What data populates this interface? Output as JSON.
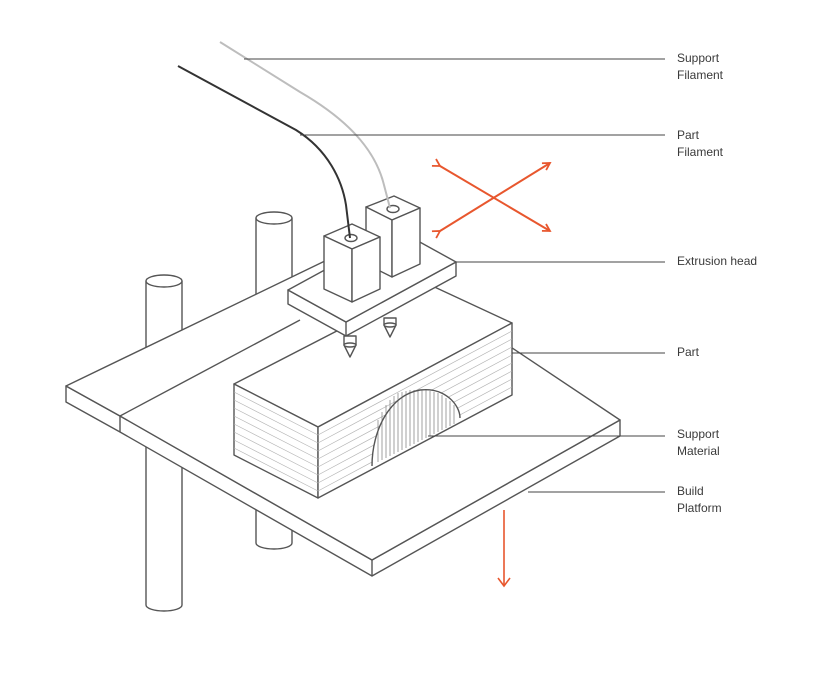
{
  "labels": {
    "support_filament": [
      "Support",
      "Filament"
    ],
    "part_filament": [
      "Part",
      "Filament"
    ],
    "extrusion_head": [
      "Extrusion head"
    ],
    "part": [
      "Part"
    ],
    "support_material": [
      "Support",
      "Material"
    ],
    "build_platform": [
      "Build",
      "Platform"
    ]
  },
  "colors": {
    "line": "#555555",
    "leader": "#444444",
    "support_filament": "#bdbdbd",
    "part_filament": "#333333",
    "arrow_accent": "#e8572e",
    "label_text": "#3a3a3a",
    "fill": "#ffffff"
  },
  "icons": {
    "movement": "four-way-diagonal-arrow-icon",
    "descent": "down-arrow-icon"
  }
}
